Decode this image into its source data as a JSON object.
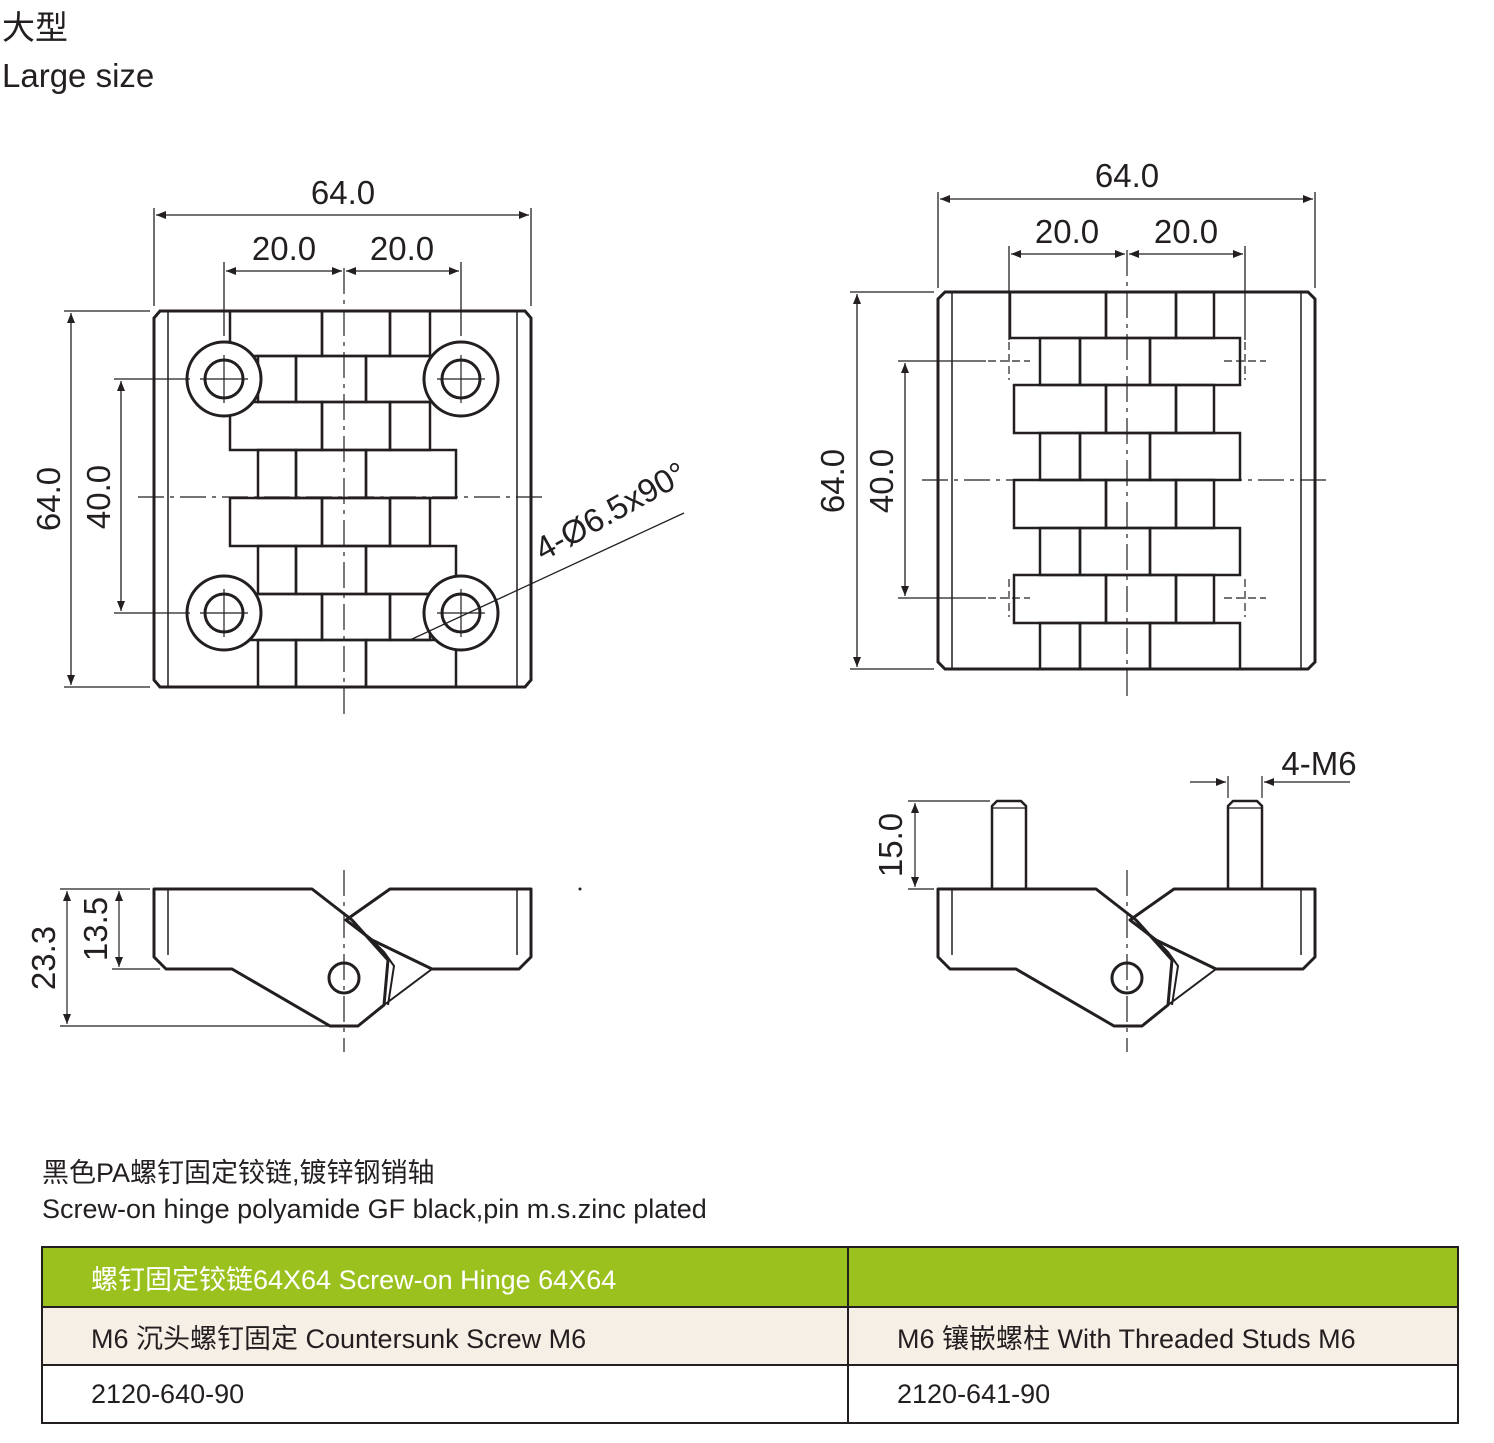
{
  "header": {
    "title_zh": "大型",
    "title_en": "Large size"
  },
  "dimensions": {
    "front_left": {
      "width": "64.0",
      "half_left": "20.0",
      "half_right": "20.0",
      "height": "64.0",
      "hole_spacing": "40.0",
      "hole_note": "4-Ø6.5x90°"
    },
    "front_right": {
      "width": "64.0",
      "half_left": "20.0",
      "half_right": "20.0",
      "height": "64.0",
      "stud_spacing": "40.0"
    },
    "side_left": {
      "total_height": "23.3",
      "leaf_height": "13.5"
    },
    "side_right": {
      "stud_height": "15.0",
      "thread": "4-M6"
    }
  },
  "description": {
    "zh": "黑色PA螺钉固定铰链,镀锌钢销轴",
    "en": "Screw-on hinge polyamide GF black,pin m.s.zinc plated"
  },
  "table": {
    "header": "螺钉固定铰链64X64 Screw-on Hinge 64X64",
    "header_right": "",
    "col1_title": "M6 沉头螺钉固定 Countersunk Screw M6",
    "col2_title": "M6 镶嵌螺柱 With Threaded Studs M6",
    "col1_code": "2120-640-90",
    "col2_code": "2120-641-90"
  },
  "colors": {
    "header_bg": "#9bc11f",
    "row_bg": "#f6efe6",
    "line": "#231f20"
  }
}
